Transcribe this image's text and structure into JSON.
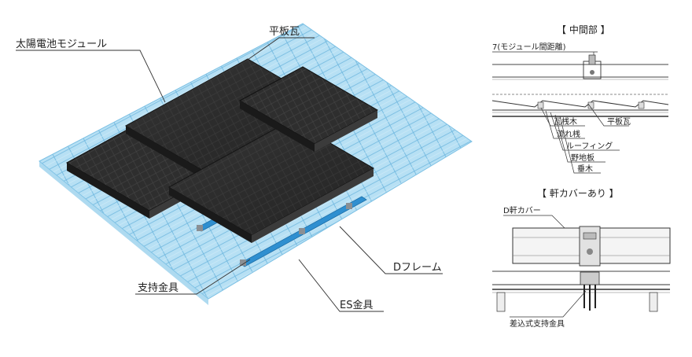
{
  "labels": {
    "module": "太陽電池モジュール",
    "tile": "平板瓦",
    "d_frame": "Dフレーム",
    "support": "支持金具",
    "es": "ES金具"
  },
  "mid_section": {
    "title": "【 中間部 】",
    "gap": "7(モジュール間距離)",
    "parts": [
      "瓦桟木",
      "流れ桟",
      "ルーフィング",
      "野地板",
      "垂木"
    ],
    "tile": "平板瓦"
  },
  "eave_section": {
    "title": "【 軒カバーあり 】",
    "cover": "D軒カバー",
    "bracket": "差込式支持金具"
  },
  "colors": {
    "roof_fill": "#aedcf2",
    "roof_line": "#5aa9d6",
    "panel": "#2b2b2b",
    "rail": "#2f8fd0"
  }
}
